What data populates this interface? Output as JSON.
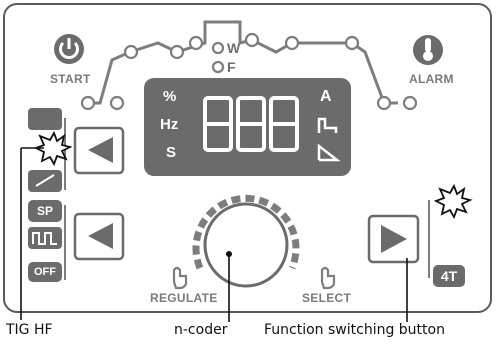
{
  "panel": {
    "start_label": "START",
    "alarm_label": "ALARM",
    "regulate_label": "REGULATE",
    "select_label": "SELECT",
    "indicator_w": "W",
    "indicator_f": "F"
  },
  "display": {
    "digits": "888",
    "left_units": [
      "%",
      "Hz",
      "S"
    ],
    "right_units": [
      "A"
    ]
  },
  "chips": {
    "sp": "SP",
    "off": "OFF",
    "four_t": "4T"
  },
  "icons": [
    "power-icon",
    "thermometer-icon",
    "left-arrow-icon",
    "right-arrow-icon",
    "hand-icon",
    "pulse-icon",
    "flash-icon"
  ],
  "colors": {
    "panel_gray": "#6b6b6b",
    "outline": "#5b5b5b",
    "text_gray": "#7a7a7a"
  },
  "captions": {
    "tig_hf": "TIG HF",
    "encoder": "n-coder",
    "function_switch": "Function switching button"
  }
}
